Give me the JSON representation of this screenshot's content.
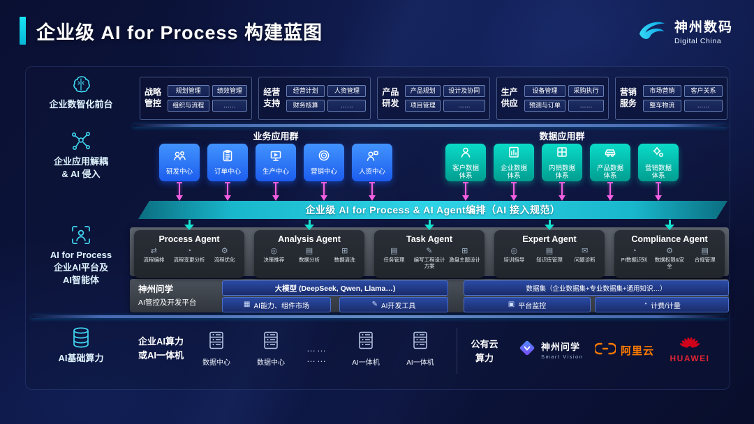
{
  "colors": {
    "accent_cyan": "#00D8E8",
    "app_blue": "#2B7BFF",
    "data_teal": "#00C9B8",
    "arrow_magenta": "#F25FE0",
    "alibaba_orange": "#FF7A00",
    "huawei_red": "#D0021B"
  },
  "header": {
    "title": "企业级 AI for Process 构建蓝图",
    "brand_cn": "神州数码",
    "brand_en": "Digital China"
  },
  "sidebar": {
    "front": {
      "icon": "brain-icon",
      "label": "企业数智化前台"
    },
    "decouple": {
      "icon": "network-icon",
      "label_line1": "企业应用解耦",
      "label_line2": "& AI 侵入"
    },
    "platform": {
      "icon": "person-scan-icon",
      "label_line1": "AI for Process",
      "label_line2": "企业AI平台及",
      "label_line3": "AI智能体"
    },
    "compute": {
      "icon": "database-icon",
      "label": "AI基础算力"
    }
  },
  "front_layer": {
    "groups": [
      {
        "title": "战略管控",
        "chips": [
          "规划管理",
          "绩效管理",
          "组织与流程",
          "……"
        ]
      },
      {
        "title": "经营支持",
        "chips": [
          "经营计划",
          "人资管理",
          "财务核算",
          "……"
        ]
      },
      {
        "title": "产品研发",
        "chips": [
          "产品规划",
          "设计及协同",
          "项目管理",
          "……"
        ]
      },
      {
        "title": "生产供应",
        "chips": [
          "设备管理",
          "采购执行",
          "预测与订单",
          "……"
        ]
      },
      {
        "title": "营销服务",
        "chips": [
          "市场营销",
          "客户关系",
          "整车物流",
          "……"
        ]
      }
    ]
  },
  "app_layer": {
    "business_title": "业务应用群",
    "data_title": "数据应用群",
    "business_apps": [
      {
        "icon": "team-icon",
        "label": "研发中心"
      },
      {
        "icon": "clipboard-icon",
        "label": "订单中心"
      },
      {
        "icon": "monitor-icon",
        "label": "生产中心"
      },
      {
        "icon": "target-icon",
        "label": "营销中心"
      },
      {
        "icon": "person-chat-icon",
        "label": "人资中心"
      }
    ],
    "data_apps": [
      {
        "icon": "customer-icon",
        "label": "客户数据体系"
      },
      {
        "icon": "doc-chart-icon",
        "label": "企业数据体系"
      },
      {
        "icon": "grid-box-icon",
        "label": "内销数据体系"
      },
      {
        "icon": "car-icon",
        "label": "产品数据体系"
      },
      {
        "icon": "gears-icon",
        "label": "营销数据体系"
      }
    ]
  },
  "orchestration": {
    "label": "企业级 AI for Process & AI Agent编排（AI 接入规范）"
  },
  "agents": [
    {
      "name": "Process Agent",
      "items": [
        {
          "glyph": "⇄",
          "label": "流程编排"
        },
        {
          "glyph": "◔",
          "label": "流程变更分析"
        },
        {
          "glyph": "⚙",
          "label": "流程优化"
        }
      ]
    },
    {
      "name": "Analysis Agent",
      "items": [
        {
          "glyph": "◎",
          "label": "决策推荐"
        },
        {
          "glyph": "▤",
          "label": "数据分析"
        },
        {
          "glyph": "⊞",
          "label": "数据清洗"
        }
      ]
    },
    {
      "name": "Task Agent",
      "items": [
        {
          "glyph": "▤",
          "label": "任务管理"
        },
        {
          "glyph": "✎",
          "label": "编写工程设计方案"
        },
        {
          "glyph": "⊞",
          "label": "激盘主题设计"
        }
      ]
    },
    {
      "name": "Expert Agent",
      "items": [
        {
          "glyph": "◎",
          "label": "培训指导"
        },
        {
          "glyph": "▤",
          "label": "知识库管理"
        },
        {
          "glyph": "✉",
          "label": "问题诊断"
        }
      ]
    },
    {
      "name": "Compliance Agent",
      "items": [
        {
          "glyph": "◔",
          "label": "PI数据识别"
        },
        {
          "glyph": "⚙",
          "label": "数据权限&安全"
        },
        {
          "glyph": "▤",
          "label": "合规管理"
        }
      ]
    }
  ],
  "ai_platform": {
    "label_line1": "神州问学",
    "label_line2": "AI管控及开发平台",
    "chips": {
      "models": "大模型 (DeepSeek, Qwen, Llama…)",
      "capability": "AI能力、组件市场",
      "devtools": "AI开发工具",
      "datasets": "数据集（企业数据集+专业数据集+通用知识…）",
      "monitor": "平台监控",
      "billing": "计费/计量"
    }
  },
  "compute_layer": {
    "label_line1": "企业AI算力",
    "label_line2": "或AI一体机",
    "nodes": [
      {
        "icon": "server-icon",
        "label": "数据中心"
      },
      {
        "icon": "server-icon",
        "label": "数据中心"
      },
      {
        "icon": "ellipsis",
        "label": "…… ……"
      },
      {
        "icon": "server-icon",
        "label": "AI一体机"
      },
      {
        "icon": "server-icon",
        "label": "AI一体机"
      }
    ],
    "public_cloud_line1": "公有云",
    "public_cloud_line2": "算力",
    "partners": [
      {
        "icon": "smart-vision-logo",
        "name": "神州问学",
        "sub": "Smart Vision"
      },
      {
        "icon": "alibaba-cloud-logo",
        "name": "阿里云"
      },
      {
        "icon": "huawei-logo",
        "name": "HUAWEI"
      }
    ]
  }
}
